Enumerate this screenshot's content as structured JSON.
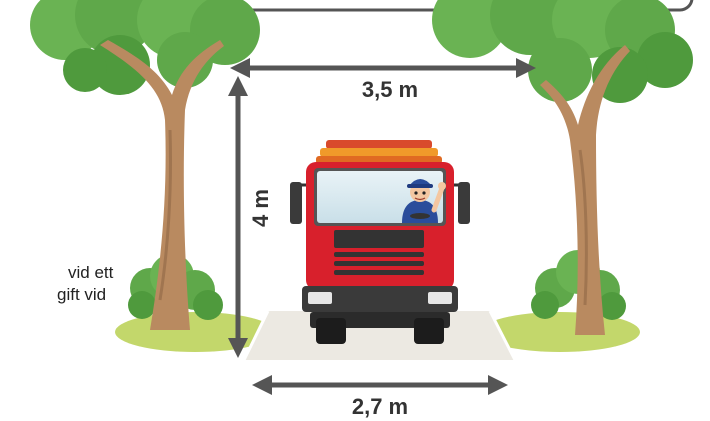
{
  "illustration": {
    "width_label": "3,5 m",
    "height_label": "4 m",
    "road_width_label": "2,7 m",
    "side_text_line1": "vid ett",
    "side_text_line2": "gift vid"
  },
  "colors": {
    "truck_red": "#d8202c",
    "road": "#ece9e2",
    "grass": "#c3d76b",
    "foliage": "#5fa84a",
    "trunk": "#b98a60",
    "arrow": "#555555"
  }
}
